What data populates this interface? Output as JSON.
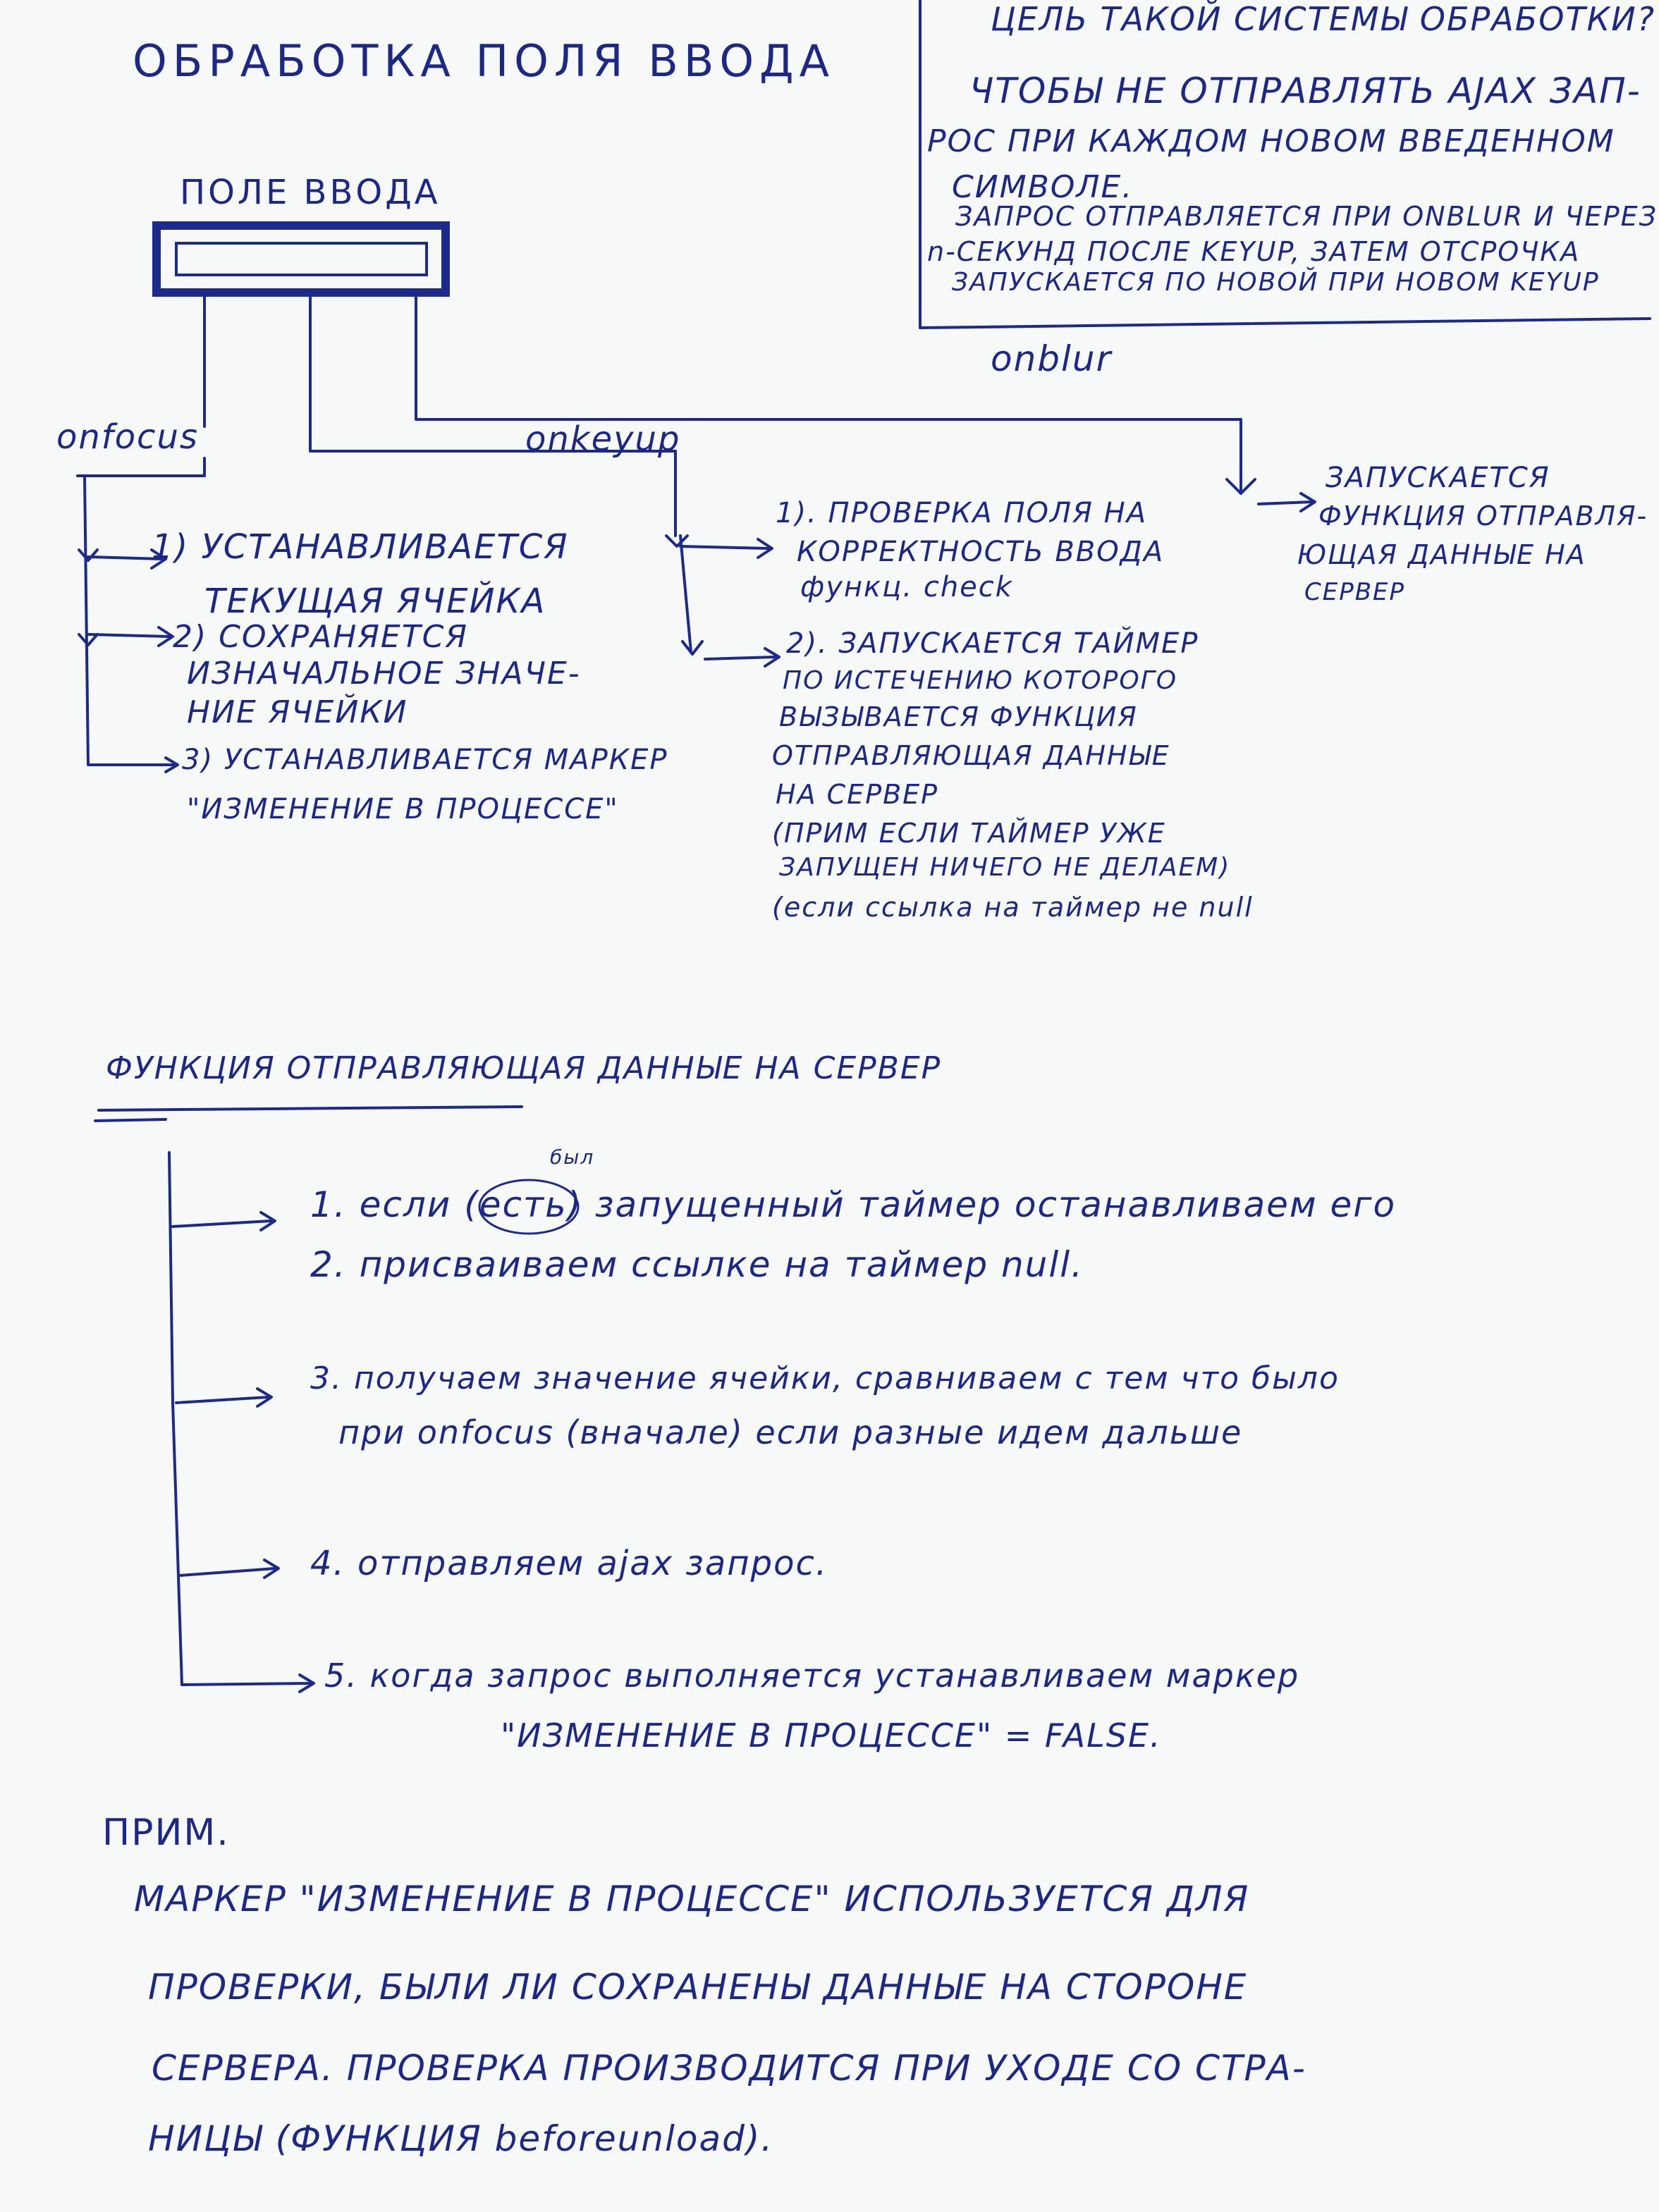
{
  "title": "ОБРАБОТКА ПОЛЯ ВВОДА",
  "goal": {
    "line1": "ЦЕЛЬ ТАКОЙ СИСТЕМЫ ОБРАБОТКИ?",
    "line2": "ЧТОБЫ НЕ ОТПРАВЛЯТЬ AJAX ЗАП-",
    "line3": "РОС ПРИ КАЖДОМ НОВОМ ВВЕДЕННОМ",
    "line4": "СИМВОЛЕ.",
    "line5": "ЗАПРОС ОТПРАВЛЯЕТСЯ ПРИ ONBLUR И ЧЕРЕЗ",
    "line6": "n-СЕКУНД ПОСЛЕ KEYUP, ЗАТЕМ ОТСРОЧКА",
    "line7": "ЗАПУСКАЕТСЯ ПО НОВОЙ ПРИ НОВОМ KEYUP"
  },
  "input_field": {
    "label": "ПОЛЕ ВВОДА"
  },
  "events": {
    "onfocus": "onfocus",
    "onkeyup": "onkeyup",
    "onblur": "onblur"
  },
  "onfocus_steps": {
    "s1a": "1) УСТАНАВЛИВАЕТСЯ",
    "s1b": "ТЕКУЩАЯ ЯЧЕЙКА",
    "s2a": "2) СОХРАНЯЕТСЯ",
    "s2b": "ИЗНАЧАЛЬНОЕ ЗНАЧЕ-",
    "s2c": "НИЕ ЯЧЕЙКИ",
    "s3a": "3) УСТАНАВЛИВАЕТСЯ МАРКЕР",
    "s3b": "\"ИЗМЕНЕНИЕ В ПРОЦЕССЕ\""
  },
  "onkeyup_steps": {
    "s1a": "1). ПРОВЕРКА ПОЛЯ НА",
    "s1b": "КОРРЕКТНОСТЬ ВВОДА",
    "s1c": "функц. check",
    "s2a": "2). ЗАПУСКАЕТСЯ ТАЙМЕР",
    "s2b": "ПО ИСТЕЧЕНИЮ КОТОРОГО",
    "s2c": "ВЫЗЫВАЕТСЯ ФУНКЦИЯ",
    "s2d": "ОТПРАВЛЯЮЩАЯ ДАННЫЕ",
    "s2e": "НА СЕРВЕР",
    "s2f": "(ПРИМ ЕСЛИ ТАЙМЕР УЖЕ",
    "s2g": "ЗАПУЩЕН НИЧЕГО НЕ ДЕЛАЕМ)",
    "s2h": "(если ссылка на таймер не null"
  },
  "onblur_step": {
    "l1": "ЗАПУСКАЕТСЯ",
    "l2": "ФУНКЦИЯ ОТПРАВЛЯ-",
    "l3": "ЮЩАЯ ДАННЫЕ НА",
    "l4": "СЕРВЕР"
  },
  "send_function": {
    "heading": "ФУНКЦИЯ ОТПРАВЛЯЮЩАЯ ДАННЫЕ НА СЕРВЕР",
    "s1_note": "был",
    "s1": "1. если (есть) запущенный таймер останавливаем его",
    "s2": "2. присваиваем ссылке на таймер null.",
    "s3a": "3. получаем значение ячейки, сравниваем с тем что было",
    "s3b": "при onfocus (вначале) если разные идем дальше",
    "s4": "4. отправляем ajax запрос.",
    "s5a": "5. когда запрос выполняется устанавливаем маркер",
    "s5b": "\"ИЗМЕНЕНИЕ В ПРОЦЕССЕ\" = FALSE."
  },
  "note": {
    "label": "ПРИМ.",
    "l1": "МАРКЕР \"ИЗМЕНЕНИЕ В ПРОЦЕССЕ\" ИСПОЛЬЗУЕТСЯ ДЛЯ",
    "l2": "ПРОВЕРКИ, БЫЛИ ЛИ СОХРАНЕНЫ ДАННЫЕ НА СТОРОНЕ",
    "l3": "СЕРВЕРА. ПРОВЕРКА ПРОИЗВОДИТСЯ ПРИ УХОДЕ СО СТРА-",
    "l4": "НИЦЫ (ФУНКЦИЯ beforeunload)."
  },
  "colors": {
    "ink": "#1c2888",
    "paper": "#f7f8f8"
  }
}
